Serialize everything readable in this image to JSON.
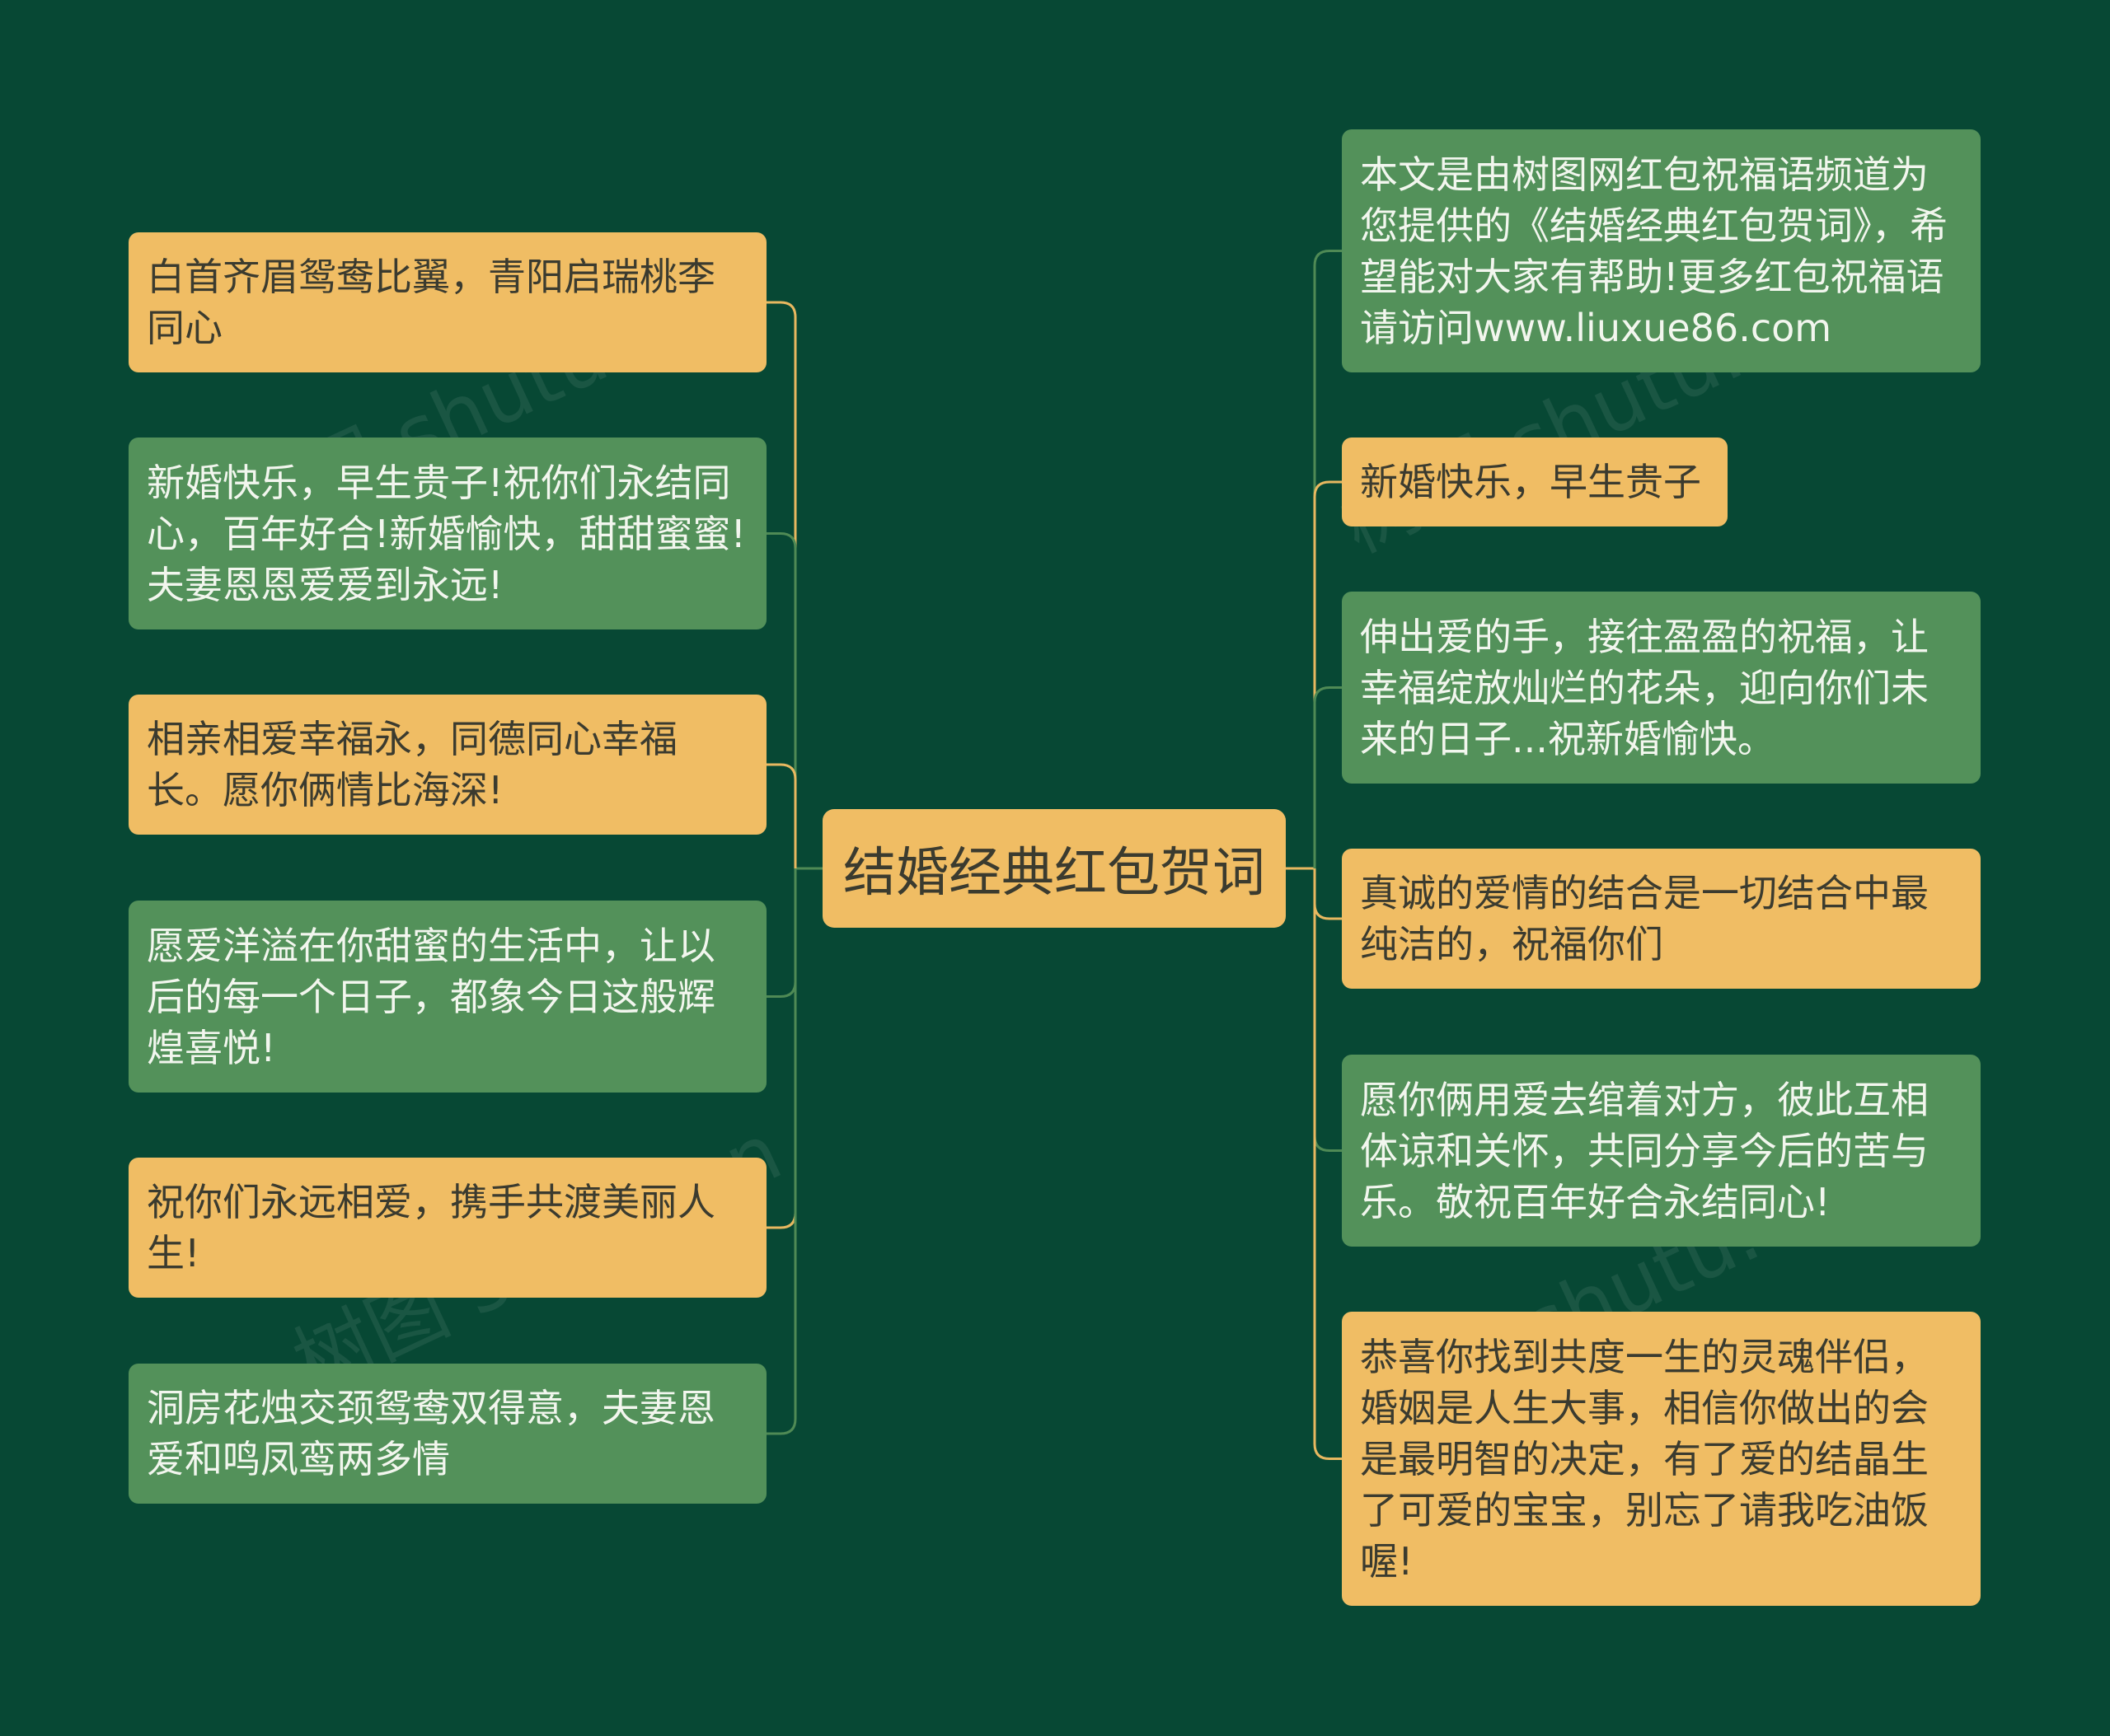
{
  "center": {
    "label": "结婚经典红包贺词"
  },
  "left": [
    {
      "text": "白首齐眉鸳鸯比翼，青阳启瑞桃李同心",
      "color": "yellow"
    },
    {
      "text": "新婚快乐，早生贵子!祝你们永结同心，百年好合!新婚愉快，甜甜蜜蜜!夫妻恩恩爱爱到永远!",
      "color": "green"
    },
    {
      "text": "相亲相爱幸福永，同德同心幸福长。愿你俩情比海深!",
      "color": "yellow"
    },
    {
      "text": "愿爱洋溢在你甜蜜的生活中，让以后的每一个日子，都象今日这般辉煌喜悦!",
      "color": "green"
    },
    {
      "text": "祝你们永远相爱，携手共渡美丽人生!",
      "color": "yellow"
    },
    {
      "text": "洞房花烛交颈鸳鸯双得意，夫妻恩爱和鸣凤鸾两多情",
      "color": "green"
    }
  ],
  "right": [
    {
      "text": "本文是由树图网红包祝福语频道为您提供的《结婚经典红包贺词》，希望能对大家有帮助!更多红包祝福语请访问www.liuxue86.com",
      "color": "green"
    },
    {
      "text": "新婚快乐，早生贵子",
      "color": "yellow"
    },
    {
      "text": "伸出爱的手，接往盈盈的祝福，让幸福绽放灿烂的花朵，迎向你们未来的日子...祝新婚愉快。",
      "color": "green"
    },
    {
      "text": "真诚的爱情的结合是一切结合中最纯洁的，祝福你们",
      "color": "yellow"
    },
    {
      "text": "愿你俩用爱去绾着对方，彼此互相体谅和关怀，共同分享今后的苦与乐。敬祝百年好合永结同心!",
      "color": "green"
    },
    {
      "text": "恭喜你找到共度一生的灵魂伴侣，婚姻是人生大事，相信你做出的会是最明智的决定，有了爱的结晶生了可爱的宝宝，别忘了请我吃油饭喔!",
      "color": "yellow"
    }
  ],
  "colors": {
    "background": "#074834",
    "yellow_node": "#f0bd64",
    "green_node": "#53915a",
    "yellow_link": "#e8b860",
    "green_link": "#4f8a55"
  },
  "watermark": "树图 shutu.cn"
}
